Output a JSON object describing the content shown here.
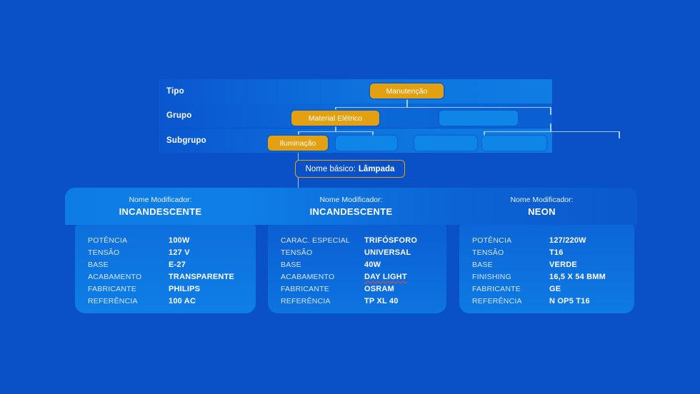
{
  "background_color": "#0a51c8",
  "accent_orange": "#e3a010",
  "accent_blue_node": "#0e86e8",
  "connector_color": "#a9c8ef",
  "tree": {
    "rows": [
      {
        "label": "Tipo"
      },
      {
        "label": "Grupo"
      },
      {
        "label": "Subgrupo"
      }
    ],
    "nodes": {
      "tipo": [
        {
          "label": "Manutenção",
          "style": "orange"
        }
      ],
      "grupo": [
        {
          "label": "Material Elétrico",
          "style": "orange"
        },
        {
          "label": "",
          "style": "blue"
        }
      ],
      "subgrupo": [
        {
          "label": "Iluminação",
          "style": "orange"
        },
        {
          "label": "",
          "style": "blue"
        },
        {
          "label": "",
          "style": "blue"
        },
        {
          "label": "",
          "style": "blue"
        }
      ]
    }
  },
  "basic_name": {
    "label": "Nome básico:",
    "value": "Lâmpada"
  },
  "columns": [
    {
      "modifier_label": "Nome Modificador:",
      "modifier_value": "INCANDESCENTE",
      "specs": [
        {
          "key": "POTÊNCIA",
          "value": "100W"
        },
        {
          "key": "TENSÃO",
          "value": "127 V"
        },
        {
          "key": "BASE",
          "value": "E-27"
        },
        {
          "key": "ACABAMENTO",
          "value": "TRANSPARENTE"
        },
        {
          "key": "FABRICANTE",
          "value": "PHILIPS"
        },
        {
          "key": "REFERÊNCIA",
          "value": "100 AC"
        }
      ]
    },
    {
      "modifier_label": "Nome Modificador:",
      "modifier_value": "INCANDESCENTE",
      "specs": [
        {
          "key": "CARAC. ESPECIAL",
          "value": "TRIFÓSFORO"
        },
        {
          "key": "TENSÃO",
          "value": "UNIVERSAL"
        },
        {
          "key": "BASE",
          "value": "40W"
        },
        {
          "key": "ACABAMENTO",
          "value": "DAY LIGHT",
          "misspelled": true
        },
        {
          "key": "FABRICANTE",
          "value": "OSRAM"
        },
        {
          "key": "REFERÊNCIA",
          "value": "TP XL 40"
        }
      ]
    },
    {
      "modifier_label": "Nome Modificador:",
      "modifier_value": "NEON",
      "specs": [
        {
          "key": "POTÊNCIA",
          "value": "127/220W"
        },
        {
          "key": "TENSÃO",
          "value": "T16"
        },
        {
          "key": "BASE",
          "value": "VERDE"
        },
        {
          "key": "FINISHING",
          "value": "16,5 X 54 BMM"
        },
        {
          "key": "FABRICANTE",
          "value": "GE"
        },
        {
          "key": "REFERÊNCIA",
          "value": "N OP5 T16"
        }
      ]
    }
  ]
}
